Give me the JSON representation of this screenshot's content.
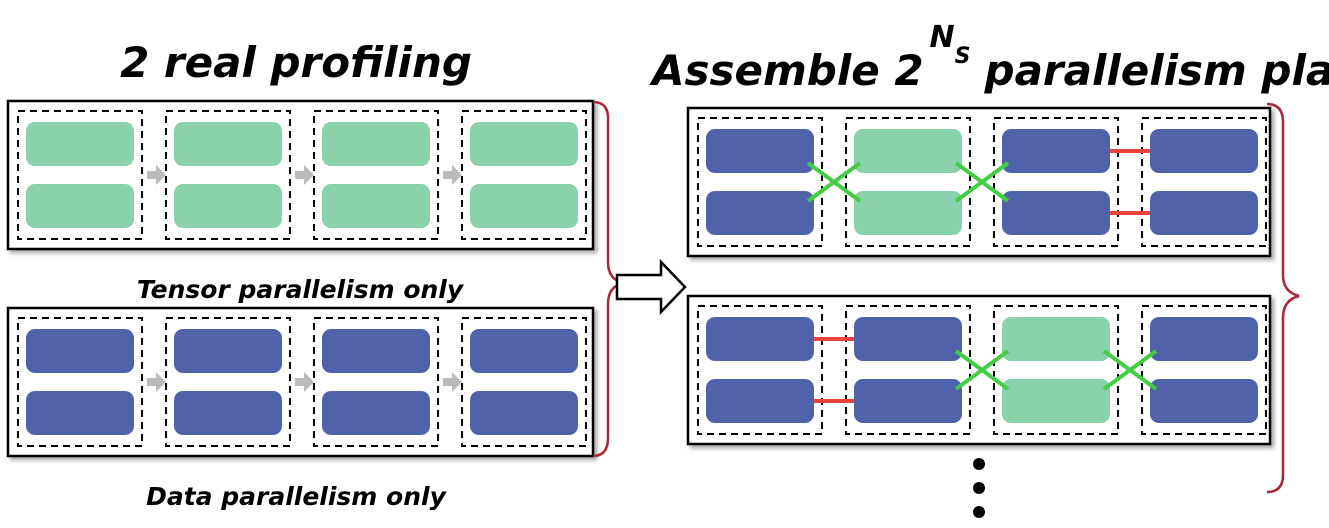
{
  "left": {
    "title": "2 real profiling",
    "panels": [
      {
        "caption": "Tensor parallelism only",
        "stages": [
          "green",
          "green",
          "green",
          "green"
        ]
      },
      {
        "caption": "Data parallelism only",
        "stages": [
          "blue",
          "blue",
          "blue",
          "blue"
        ]
      }
    ]
  },
  "right": {
    "title_prefix": "Assemble 2",
    "title_sup": "N",
    "title_sub": "S",
    "title_suffix": "parallelism plans",
    "plans": [
      {
        "stages": [
          "blue",
          "green",
          "blue",
          "blue"
        ],
        "links": [
          "cross",
          "cross",
          "straight"
        ]
      },
      {
        "stages": [
          "blue",
          "blue",
          "green",
          "blue"
        ],
        "links": [
          "straight",
          "cross",
          "cross"
        ]
      }
    ]
  },
  "colors": {
    "green": "#88d1aa",
    "blue": "#4f62aa",
    "link_straight": "#e8443a",
    "link_cross": "#44cc44",
    "flow_arrow": "#bbbbbb",
    "brace": "#a8283a"
  }
}
